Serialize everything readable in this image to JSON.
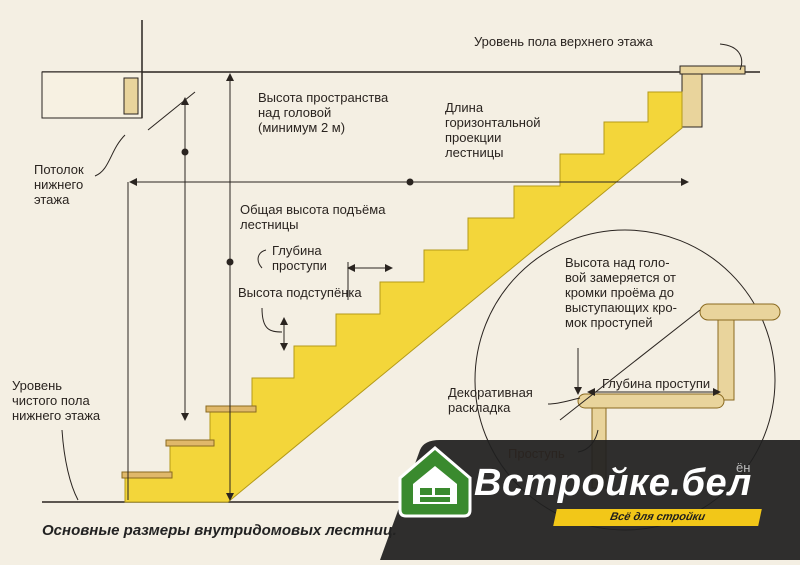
{
  "labels": {
    "upper_floor_level": "Уровень пола верхнего этажа",
    "headroom": [
      "Высота пространства",
      "над головой",
      "(минимум 2 м)"
    ],
    "horizontal_length": [
      "Длина",
      "горизонтальной",
      "проекции",
      "лестницы"
    ],
    "lower_ceiling": [
      "Потолок",
      "нижнего",
      "этажа"
    ],
    "total_rise": [
      "Общая высота подъёма",
      "лестницы"
    ],
    "tread_depth": [
      "Глубина",
      "проступи"
    ],
    "riser_height": "Высота подступёнка",
    "finished_floor": [
      "Уровень",
      "чистого пола",
      "нижнего этажа"
    ],
    "detail_note": [
      "Высота над голо-",
      "вой замеряется от",
      "кромки проёма до",
      "выступающих кро-",
      "мок проступей"
    ],
    "detail_tread_depth": "Глубина проступи",
    "decorative_trim": [
      "Декоративная",
      "раскладка"
    ],
    "tread": "Проступь",
    "hidden_tail": "ён"
  },
  "caption": "Основные размеры внутридомовых лестниц.",
  "brand": {
    "name": "Встройке.бел",
    "tagline": "Всё для стройки",
    "logo": "house-logo-icon"
  },
  "colors": {
    "stair_fill": "#f3d63a",
    "wood": "#e9d49c",
    "line": "#2a2420",
    "brand_dark": "#1f1f1f",
    "brand_green": "#3a8a2e",
    "brand_yellow": "#f2c718"
  }
}
